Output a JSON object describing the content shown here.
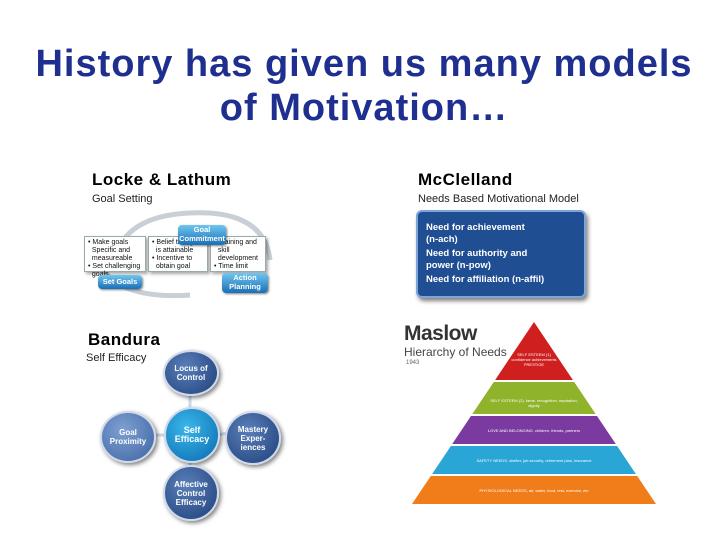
{
  "slide": {
    "title_line1": "History has given us many models",
    "title_line2": "of Motivation…"
  },
  "locke": {
    "title": "Locke & Lathum",
    "subtitle": "Goal Setting",
    "box_left": [
      "• Make goals",
      "  Specific and",
      "  measureable",
      "• Set challenging",
      "  goals"
    ],
    "box_mid": [
      "• Belief that goal",
      "  is attainable",
      "• Incentive to",
      "  obtain goal"
    ],
    "box_right": [
      "• Training and",
      "  skill",
      "  development",
      "• Time limit"
    ],
    "btn_goal_commitment": "Goal\nCommitment",
    "btn_set_goals": "Set Goals",
    "btn_action_planning": "Action\nPlanning"
  },
  "mcclelland": {
    "title": "McClelland",
    "subtitle": "Needs Based Motivational Model",
    "items": [
      "Need for achievement\n(n-ach)",
      "Need for authority and\npower (n-pow)",
      "Need for affiliation (n-affil)"
    ]
  },
  "bandura": {
    "title": "Bandura",
    "subtitle": "Self Efficacy",
    "center": "Self\nEfficacy",
    "top": "Locus of\nControl",
    "left": "Goal\nProximity",
    "right": "Mastery\nExper-\niences",
    "bottom": "Affective\nControl\nEfficacy"
  },
  "maslow": {
    "logo": "Maslow",
    "subtitle": "Hierarchy of Needs",
    "year": "1943",
    "tiers": [
      "SELF ESTEEM (1) confidence achievements PRESTIGE",
      "SELF ESTEEM (2), fame, recognition, reputation, dignity",
      "LOVE AND BELONGING, children, friends, partners",
      "SAFETY NEEDS, shelter, job security, retirement plan, insurance",
      "PHYSIOLOGICAL NEEDS, air, water, food, rest, exercise, etc"
    ],
    "colors": [
      "#cf1f1f",
      "#8fb32a",
      "#7a3aa0",
      "#2aa6d6",
      "#f07d1a"
    ]
  }
}
